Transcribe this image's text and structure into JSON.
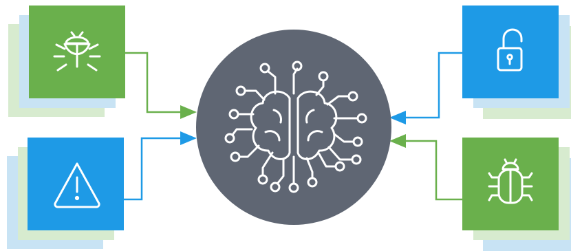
{
  "title": "",
  "center": {
    "icon": "ai-brain-circuit-icon",
    "fill": "#5f6673",
    "stroke": "#ffffff"
  },
  "tiles": [
    {
      "id": "bug-top-left",
      "icon": "bug-icon",
      "color": "#6ab04c",
      "shadow_colors": [
        "#d7ebcf",
        "#c8e3f4"
      ]
    },
    {
      "id": "warning-bottom-left",
      "icon": "warning-triangle-icon",
      "color": "#1e9ae6",
      "shadow_colors": [
        "#c8e3f4",
        "#d7ebcf"
      ]
    },
    {
      "id": "unlock-top-right",
      "icon": "open-padlock-icon",
      "color": "#1e9ae6",
      "shadow_colors": [
        "#c8e3f4",
        "#d7ebcf"
      ]
    },
    {
      "id": "bug-bottom-right",
      "icon": "beetle-bug-icon",
      "color": "#6ab04c",
      "shadow_colors": [
        "#d7ebcf",
        "#c8e3f4"
      ]
    }
  ],
  "arrows": [
    {
      "from": "bug-top-left",
      "to": "center",
      "color": "#6ab04c"
    },
    {
      "from": "warning-bottom-left",
      "to": "center",
      "color": "#1e9ae6"
    },
    {
      "from": "unlock-top-right",
      "to": "center",
      "color": "#1e9ae6"
    },
    {
      "from": "bug-bottom-right",
      "to": "center",
      "color": "#6ab04c"
    }
  ]
}
